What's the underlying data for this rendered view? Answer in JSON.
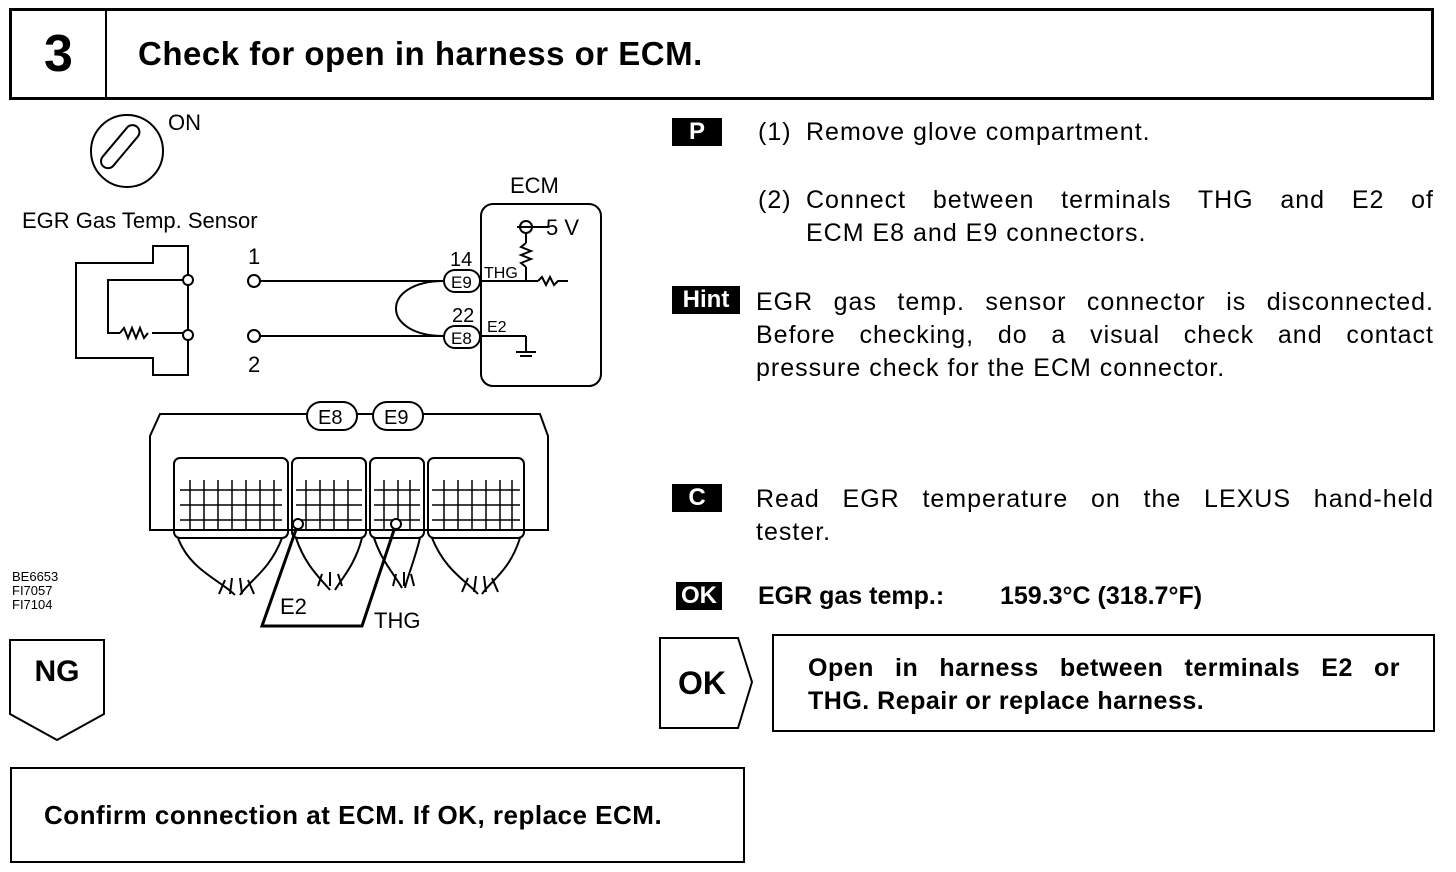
{
  "header": {
    "step_number": "3",
    "title": "Check for open in harness or ECM."
  },
  "diagram": {
    "ignition_label": "ON",
    "sensor_label": "EGR Gas Temp. Sensor",
    "ecm_label": "ECM",
    "voltage_label": "5 V",
    "pin_1": "1",
    "pin_2": "2",
    "pin_14": "14",
    "pin_22": "22",
    "conn_e9": "E9",
    "conn_e8": "E8",
    "term_thg": "THG",
    "term_e2": "E2",
    "probe_e2": "E2",
    "probe_thg": "THG",
    "figure_codes": [
      "BE6653",
      "FI7057",
      "FI7104"
    ]
  },
  "procedure": {
    "p_badge": "P",
    "step1_num": "(1)",
    "step1_text": "Remove glove compartment.",
    "step2_num": "(2)",
    "step2_line1": "Connect between terminals THG and E2 of",
    "step2_line2": "ECM E8 and E9 connectors.",
    "hint_badge": "Hint",
    "hint_line1": "EGR gas temp. sensor connector is disconnected.",
    "hint_line2": "Before checking, do a visual check and contact",
    "hint_line3": "pressure check for the ECM connector.",
    "c_badge": "C",
    "c_line1": "Read EGR temperature on the LEXUS hand-held",
    "c_line2": "tester.",
    "ok_badge": "OK",
    "ok_spec_label": "EGR gas temp.:",
    "ok_spec_value": "159.3°C (318.7°F)"
  },
  "results": {
    "ng_label": "NG",
    "ok_label": "OK",
    "ok_result_line1": "Open in harness between terminals E2 or",
    "ok_result_line2": "THG. Repair or replace harness.",
    "ng_conclusion": "Confirm connection at ECM. If OK, replace ECM."
  }
}
